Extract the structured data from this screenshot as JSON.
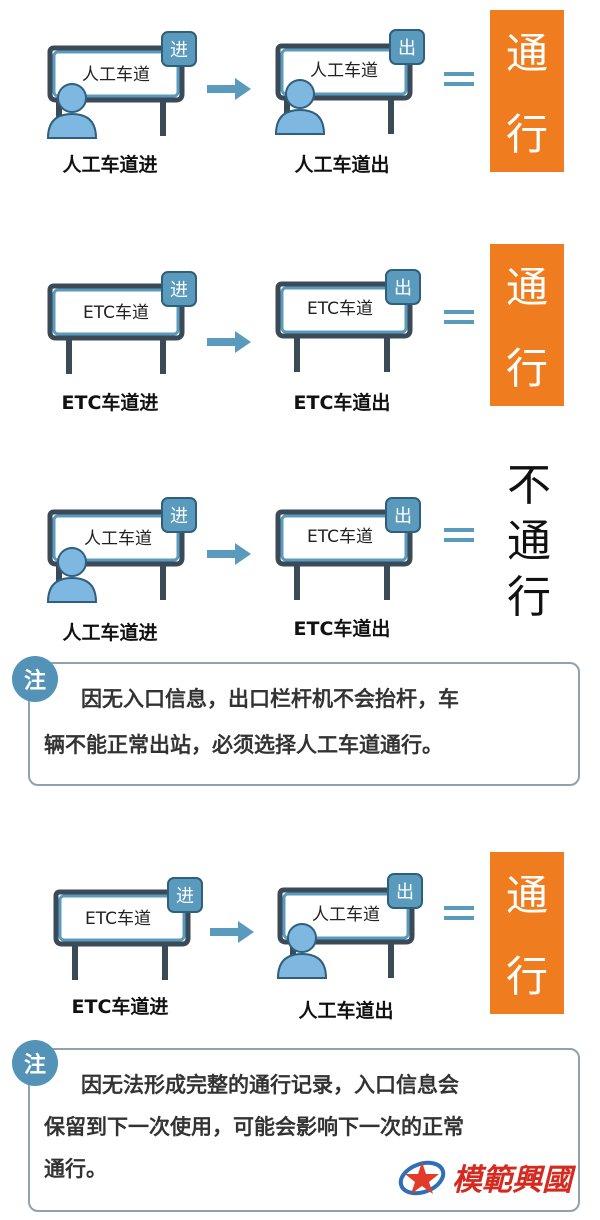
{
  "rows": [
    {
      "left": {
        "sign": "人工车道",
        "badge": "进",
        "caption": "人工车道进"
      },
      "right": {
        "sign": "人工车道",
        "badge": "出",
        "caption": "人工车道出"
      },
      "result": [
        "通",
        "行"
      ]
    },
    {
      "left": {
        "sign": "ETC车道",
        "badge": "进",
        "caption": "ETC车道进"
      },
      "right": {
        "sign": "ETC车道",
        "badge": "出",
        "caption": "ETC车道出"
      },
      "result": [
        "通",
        "行"
      ]
    },
    {
      "left": {
        "sign": "人工车道",
        "badge": "进",
        "caption": "人工车道进"
      },
      "right": {
        "sign": "ETC车道",
        "badge": "出",
        "caption": "ETC车道出"
      },
      "result": [
        "不",
        "通",
        "行"
      ]
    },
    {
      "left": {
        "sign": "ETC车道",
        "badge": "进",
        "caption": "ETC车道进"
      },
      "right": {
        "sign": "人工车道",
        "badge": "出",
        "caption": "人工车道出"
      },
      "result": [
        "通",
        "行"
      ]
    }
  ],
  "notes": [
    {
      "badge": "注",
      "lines": [
        "　因无入口信息，出口栏杆机不会抬杆，车",
        "辆不能正常出站，必须选择人工车道通行。"
      ]
    },
    {
      "badge": "注",
      "lines": [
        "　因无法形成完整的通行记录，入口信息会",
        "保留到下一次使用，可能会影响下一次的正常",
        "通行。"
      ]
    }
  ],
  "colors": {
    "accent_orange": "#ef7d1f",
    "frame_dark": "#3a4a56",
    "sign_blue": "#5a9bbd",
    "person_blue": "#7eb7df"
  }
}
